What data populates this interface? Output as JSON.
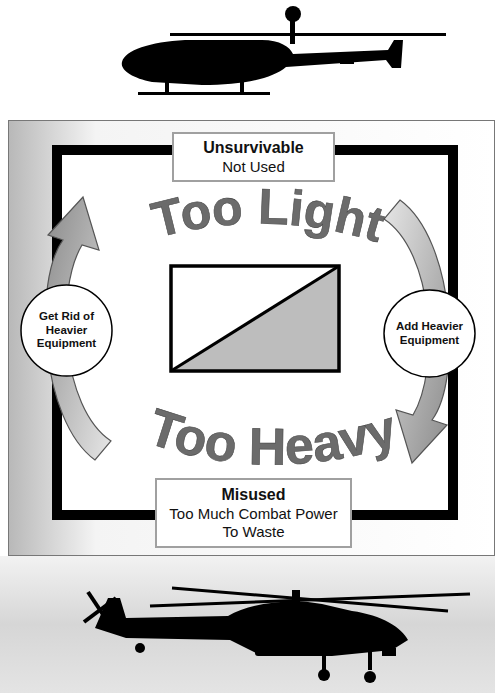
{
  "diagram": {
    "nodes": [
      {
        "text": [
          "Unsurvivable",
          "Not Used"
        ]
      },
      {
        "text": [
          "Get Rid of Heavier Equipment"
        ]
      },
      {
        "text": [
          "Add Heavier Equipment"
        ]
      },
      {
        "text": [
          "Misused",
          "Too Much Combat Power To Waste"
        ]
      }
    ],
    "labels": [
      "Too Light",
      "Too Heavy"
    ]
  }
}
